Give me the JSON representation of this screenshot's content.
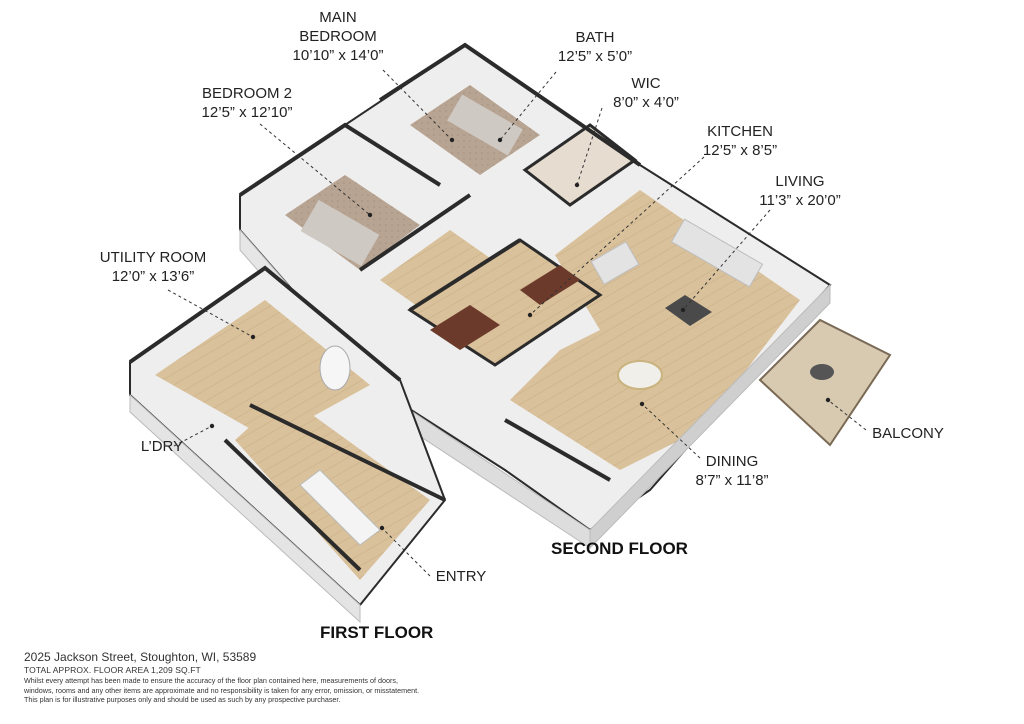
{
  "rooms": {
    "main_bedroom": {
      "name_line1": "MAIN",
      "name_line2": "BEDROOM",
      "dims": "10’10” x 14’0”"
    },
    "bath": {
      "name": "BATH",
      "dims": "12’5” x 5’0”"
    },
    "bedroom2": {
      "name": "BEDROOM 2",
      "dims": "12’5” x 12’10”"
    },
    "wic": {
      "name": "WIC",
      "dims": "8’0” x 4’0”"
    },
    "kitchen": {
      "name": "KITCHEN",
      "dims": "12’5” x 8’5”"
    },
    "living": {
      "name": "LIVING",
      "dims": "11’3” x 20’0”"
    },
    "utility": {
      "name": "UTILITY ROOM",
      "dims": "12’0” x 13’6”"
    },
    "laundry": {
      "name": "L’DRY"
    },
    "balcony": {
      "name": "BALCONY"
    },
    "dining": {
      "name": "DINING",
      "dims": "8’7” x 11’8”"
    },
    "entry": {
      "name": "ENTRY"
    }
  },
  "floors": {
    "second": "SECOND FLOOR",
    "first": "FIRST FLOOR"
  },
  "footer": {
    "address": "2025 Jackson Street, Stoughton, WI, 53589",
    "total_area": "TOTAL APPROX. FLOOR AREA 1,209 SQ.FT",
    "disclaimer_1": "Whilst every attempt has been made to ensure the accuracy of the floor plan contained here, measurements of doors,",
    "disclaimer_2": "windows, rooms and any other items are approximate and no responsibility is taken for any error, omission, or misstatement.",
    "disclaimer_3": "This plan is for illustrative purposes only and should be used as such by any prospective purchaser."
  },
  "colors": {
    "floor_wood": "#d8bf97",
    "wall_top": "#2b2b2b",
    "wall_face": "#ececec",
    "carpet": "#b9a595",
    "kitchen_cabinet": "#6b3a2a"
  }
}
